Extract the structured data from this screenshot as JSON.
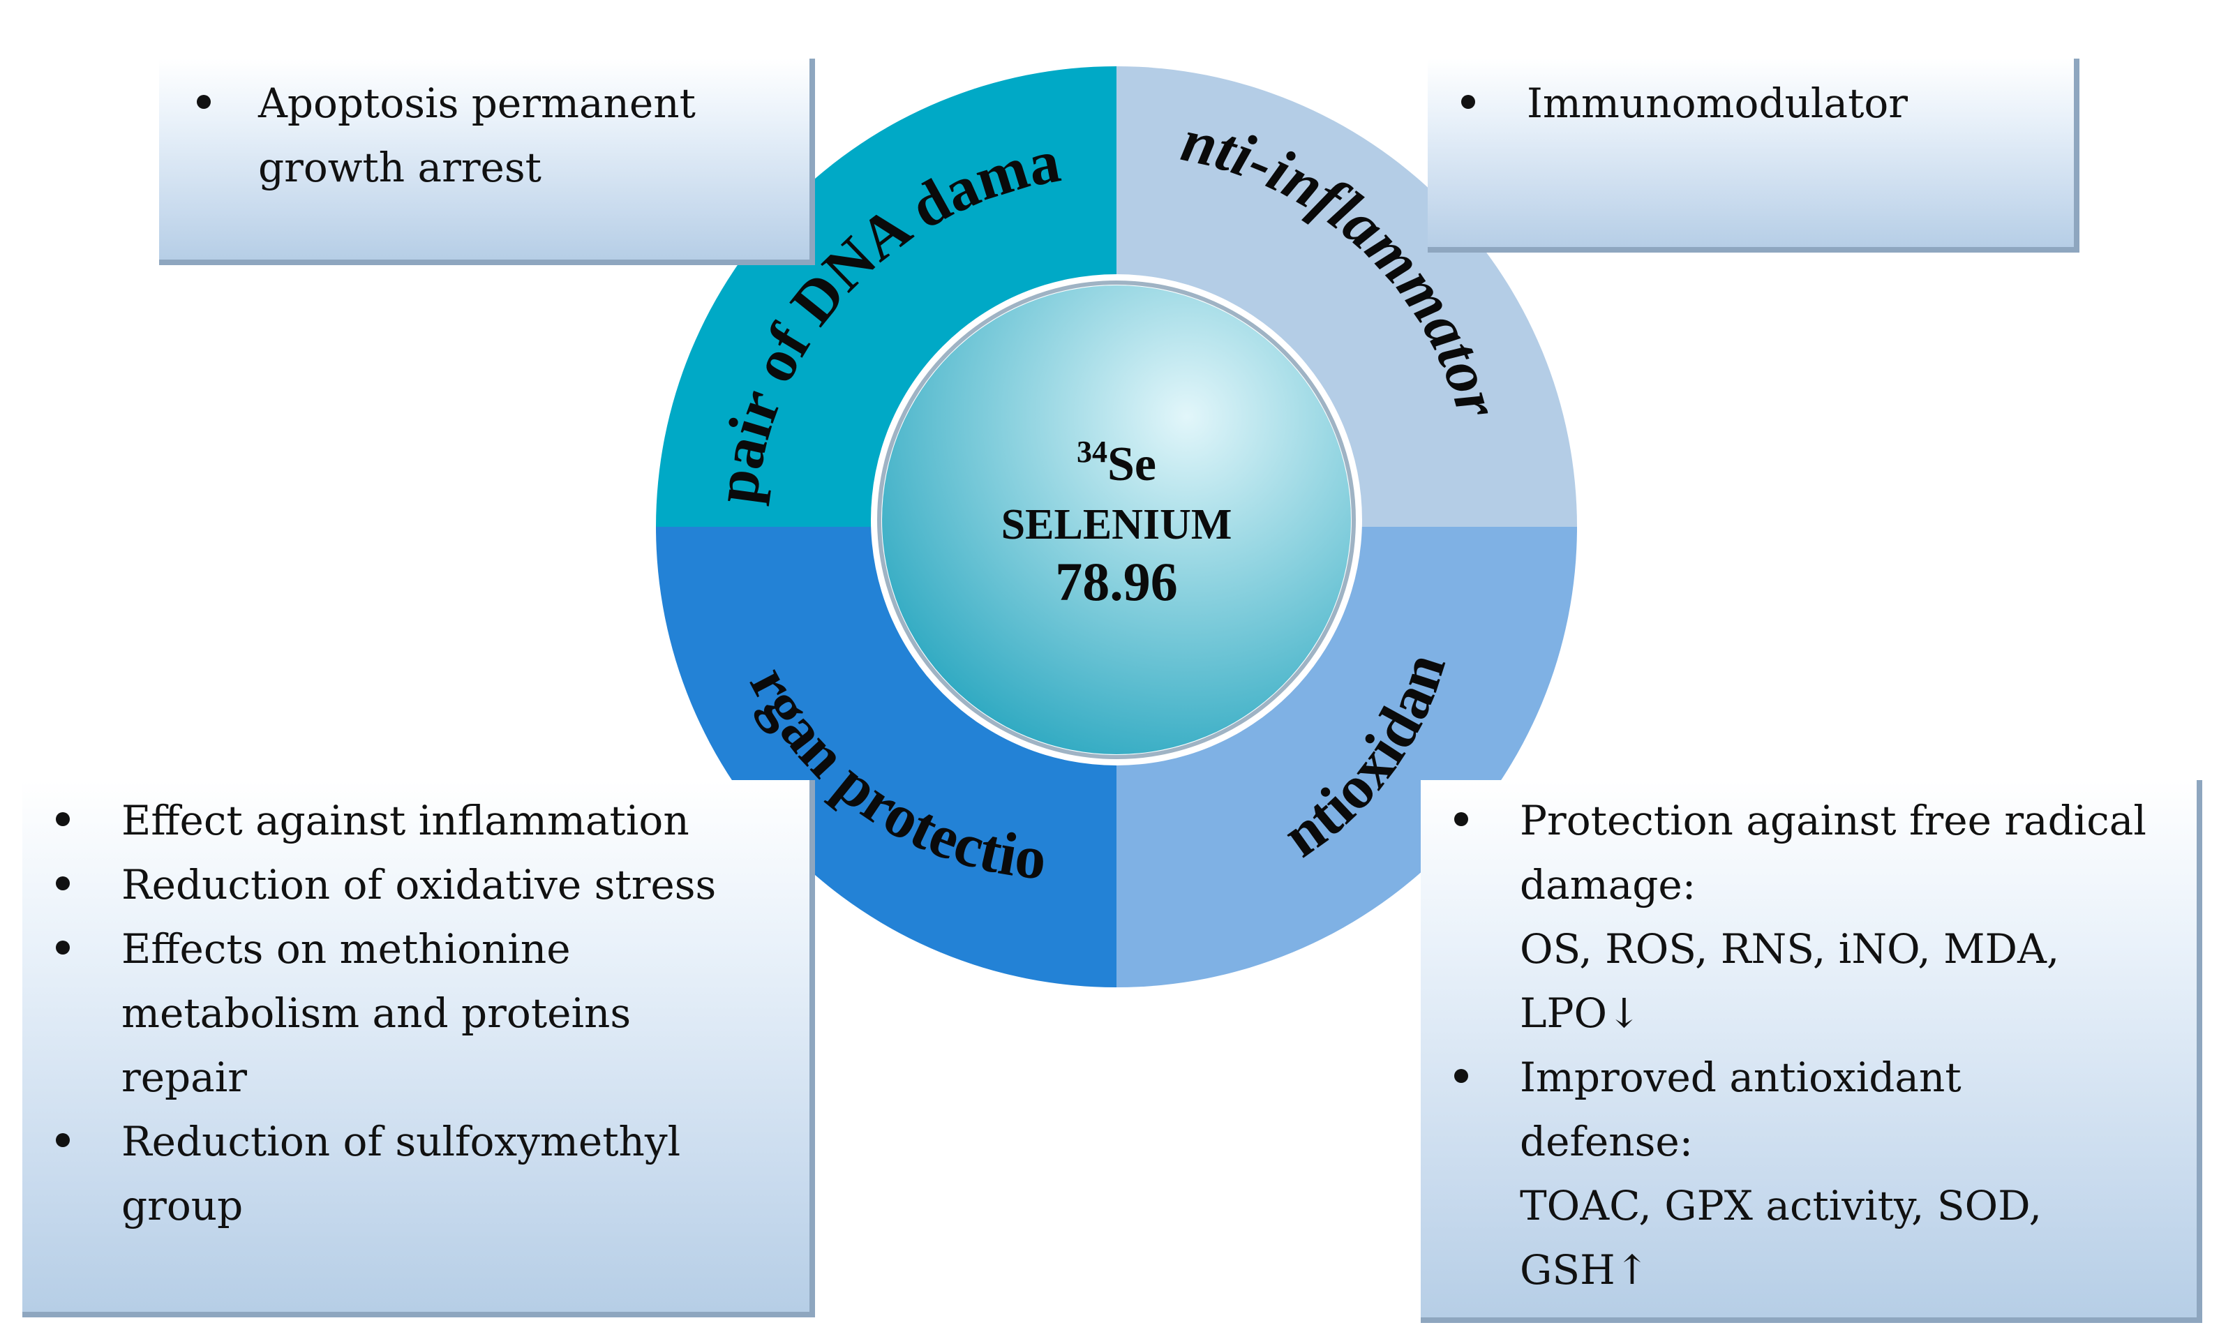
{
  "element": {
    "mass_number": "34",
    "symbol": "Se",
    "name": "SELENIUM",
    "atomic_weight": "78.96"
  },
  "quadrants": {
    "top_left": {
      "label": "repair of DNA damage",
      "color": "#00a9c6"
    },
    "top_right": {
      "label": "anti-inflammatory",
      "color": "#b4cde6"
    },
    "bottom_left": {
      "label": "Organ protection",
      "color": "#2382d6"
    },
    "bottom_right": {
      "label": "antioxidant",
      "color": "#7fb1e4"
    }
  },
  "boxes": {
    "top_left": {
      "items": [
        "Apoptosis permanent",
        "growth arrest"
      ]
    },
    "top_right": {
      "items": [
        "Immunomodulator"
      ]
    },
    "bottom_left": {
      "items": [
        "Effect against inflammation",
        "Reduction of oxidative stress",
        "Effects on methionine",
        "metabolism and proteins",
        "repair",
        "Reduction of sulfoxymethyl",
        "group"
      ]
    },
    "bottom_right": {
      "items": [
        "Protection against free radical",
        "damage:",
        "OS, ROS, RNS, iNO, MDA,",
        "LPO↓",
        "Improved antioxidant",
        "defense:",
        "TOAC, GPX activity, SOD,",
        "GSH↑"
      ]
    }
  }
}
